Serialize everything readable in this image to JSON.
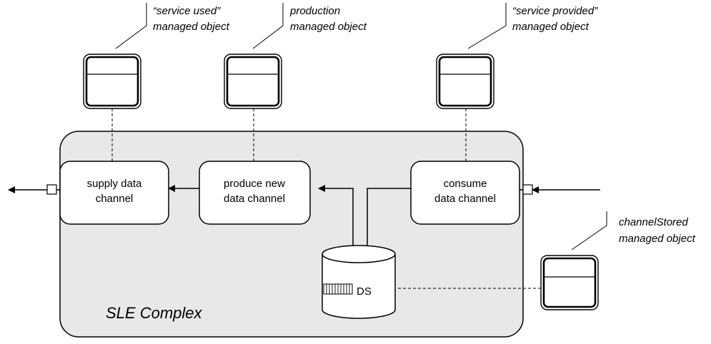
{
  "complex": {
    "label": "SLE Complex",
    "fill": "#e8e8e8"
  },
  "functions": {
    "supply": {
      "line1": "supply data",
      "line2": "channel"
    },
    "produce": {
      "line1": "produce new",
      "line2": "data channel"
    },
    "consume": {
      "line1": "consume",
      "line2": "data channel"
    }
  },
  "data_store": {
    "label": "DS"
  },
  "managed_objects": {
    "service_used": {
      "line1": "“service used”",
      "line2": "managed object"
    },
    "production": {
      "line1": "production",
      "line2": "managed object"
    },
    "service_provided": {
      "line1": "“service provided”",
      "line2": "managed object"
    },
    "channel_stored": {
      "line1": "channelStored",
      "line2": "managed object"
    }
  }
}
